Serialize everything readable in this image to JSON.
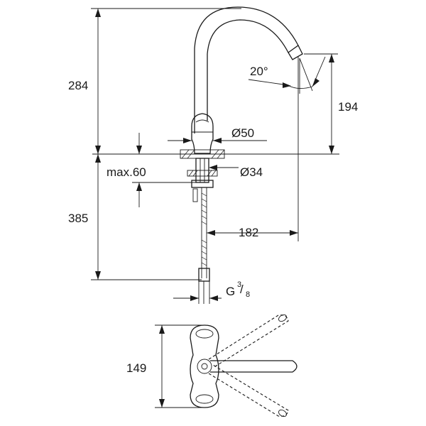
{
  "dimensions": {
    "upper_height": "284",
    "lower_height": "385",
    "spout_angle": "20°",
    "spout_height": "194",
    "body_diameter": "Ø50",
    "hole_diameter": "Ø34",
    "max_thickness": "max.60",
    "reach": "182",
    "connection_thread": "G",
    "connection_num": "3",
    "connection_den": "8",
    "top_view_depth": "149"
  }
}
